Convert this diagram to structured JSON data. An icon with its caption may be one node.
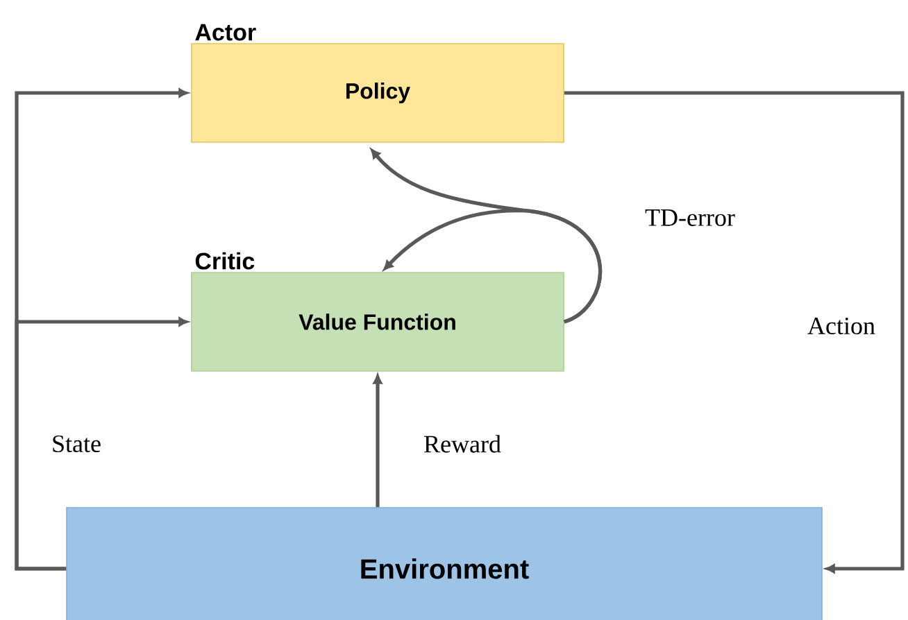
{
  "diagram": {
    "nodes": [
      {
        "text": [
          "Actor",
          "Policy"
        ]
      },
      {
        "text": [
          "Critic",
          "Value Function"
        ]
      },
      {
        "text": [
          "Environment"
        ]
      }
    ],
    "edges": [
      {
        "from": 2,
        "to": 0,
        "arrow": "to",
        "label": "State"
      },
      {
        "from": 2,
        "to": 1,
        "arrow": "to"
      },
      {
        "from": 2,
        "to": 1,
        "arrow": "to",
        "label": "Reward"
      },
      {
        "from": 1,
        "to": 0,
        "arrow": "to",
        "label": "TD-error"
      },
      {
        "from": 1,
        "to": 1,
        "arrow": "to"
      },
      {
        "from": 0,
        "to": 2,
        "arrow": "to",
        "label": "Action"
      }
    ]
  }
}
